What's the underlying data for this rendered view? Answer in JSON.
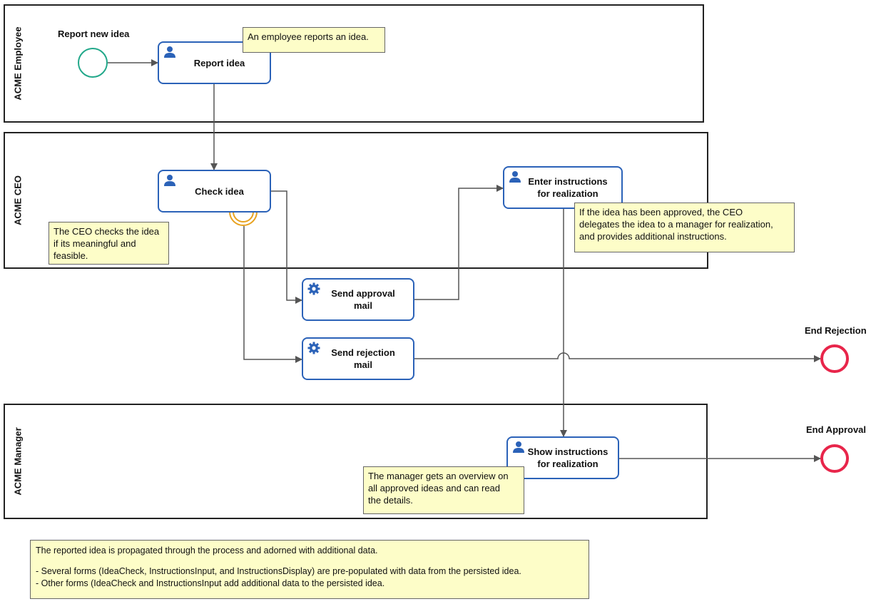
{
  "lanes": {
    "employee": "ACME Employee",
    "ceo": "ACME CEO",
    "manager": "ACME Manager"
  },
  "events": {
    "start": "Report new idea",
    "end_rejection": "End Rejection",
    "end_approval": "End Approval"
  },
  "tasks": {
    "report_idea": "Report idea",
    "check_idea": "Check idea",
    "enter_instructions_l1": "Enter instructions",
    "enter_instructions_l2": "for realization",
    "send_approval_l1": "Send approval",
    "send_approval_l2": "mail",
    "send_rejection_l1": "Send rejection",
    "send_rejection_l2": "mail",
    "show_instructions_l1": "Show instructions",
    "show_instructions_l2": "for realization"
  },
  "notes": {
    "employee": "An employee reports an idea.",
    "ceo_check_l1": "The CEO checks the idea",
    "ceo_check_l2": "if its meaningful and",
    "ceo_check_l3": "feasible.",
    "ceo_delegate_l1": "If the idea has been approved, the CEO",
    "ceo_delegate_l2": "delegates the idea to a manager for realization,",
    "ceo_delegate_l3": "and provides additional instructions.",
    "manager_l1": "The manager gets an overview on",
    "manager_l2": "all approved ideas and can read",
    "manager_l3": "the details.",
    "bottom_l1": "The reported idea is propagated through the process and adorned with additional data.",
    "bottom_l2": "- Several forms (IdeaCheck, InstructionsInput, and InstructionsDisplay) are pre-populated with data from the persisted idea.",
    "bottom_l3": "- Other forms (IdeaCheck and InstructionsInput add additional data to the persisted idea."
  },
  "colors": {
    "task_border": "#2b62b8",
    "start_event": "#22a88a",
    "end_event": "#e8254a",
    "timer_event": "#e8a21f",
    "note_fill": "#fdfdc8",
    "flow": "#555555"
  },
  "icons": {
    "user_task": "user-icon",
    "service_task": "gear-icon"
  }
}
